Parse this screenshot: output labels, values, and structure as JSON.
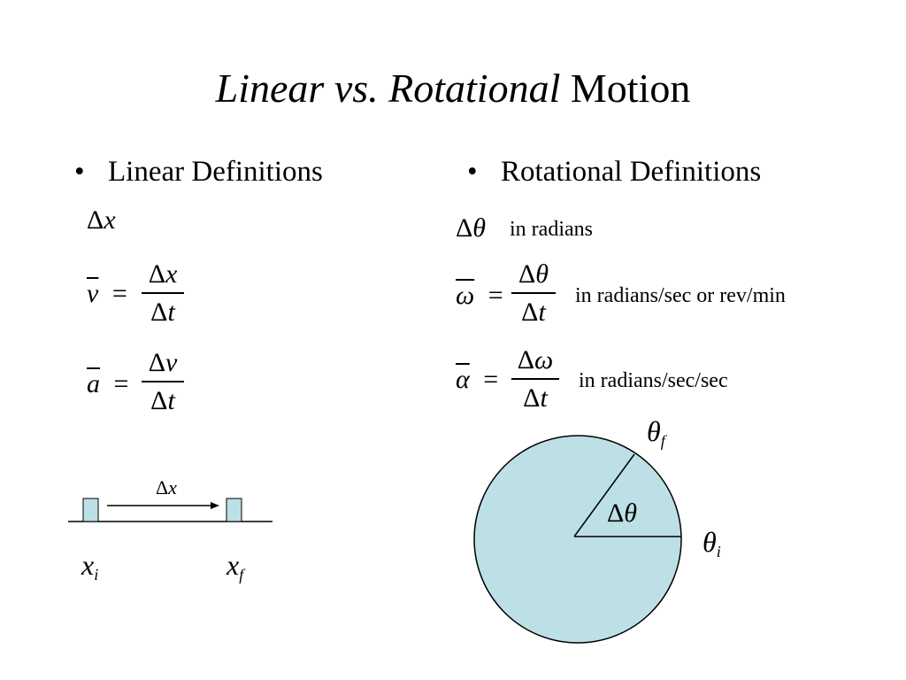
{
  "title": {
    "italic_part": "Linear vs. Rotational",
    "regular_part": "Motion"
  },
  "colors": {
    "fill": "#bce0e5",
    "stroke": "#000000"
  },
  "linear": {
    "bullet": "•",
    "heading": "Linear Definitions",
    "delta_x": {
      "delta": "Δ",
      "var": "x"
    },
    "velocity": {
      "lhs": "v",
      "eq": "=",
      "num_delta": "Δ",
      "num_var": "x",
      "den_delta": "Δ",
      "den_var": "t"
    },
    "acceleration": {
      "lhs": "a",
      "eq": "=",
      "num_delta": "Δ",
      "num_var": "v",
      "den_delta": "Δ",
      "den_var": "t"
    },
    "diagram": {
      "arrow_label_delta": "Δ",
      "arrow_label_var": "x",
      "xi_var": "x",
      "xi_sub": "i",
      "xf_var": "x",
      "xf_sub": "f"
    }
  },
  "rotational": {
    "bullet": "•",
    "heading": "Rotational Definitions",
    "delta_theta": {
      "delta": "Δ",
      "var": "θ",
      "unit": "in radians"
    },
    "omega": {
      "lhs": "ω",
      "eq": "=",
      "num_delta": "Δ",
      "num_var": "θ",
      "den_delta": "Δ",
      "den_var": "t",
      "unit": "in radians/sec or rev/min"
    },
    "alpha": {
      "lhs": "α",
      "eq": "=",
      "num_delta": "Δ",
      "num_var": "ω",
      "den_delta": "Δ",
      "den_var": "t",
      "unit": "in radians/sec/sec"
    },
    "diagram": {
      "sector_delta": "Δ",
      "sector_var": "θ",
      "theta_f_var": "θ",
      "theta_f_sub": "f",
      "theta_i_var": "θ",
      "theta_i_sub": "i"
    }
  }
}
